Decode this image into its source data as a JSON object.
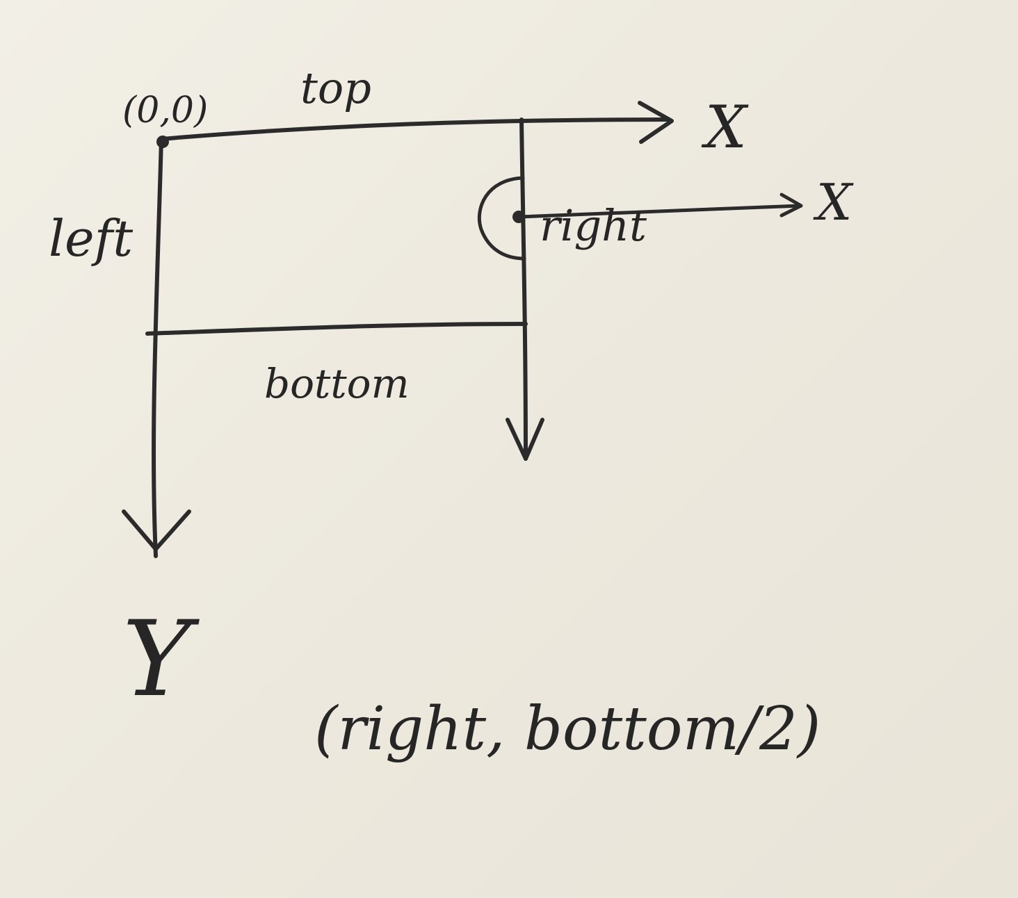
{
  "labels": {
    "origin": "(0,0)",
    "top": "top",
    "left": "left",
    "right": "right",
    "bottom": "bottom",
    "x_axis_top": "X",
    "x_axis_right": "X",
    "y_axis": "Y",
    "formula": "(right, bottom/2)"
  },
  "colors": {
    "paper": "#efebe1",
    "ink": "#2b2b2b"
  }
}
